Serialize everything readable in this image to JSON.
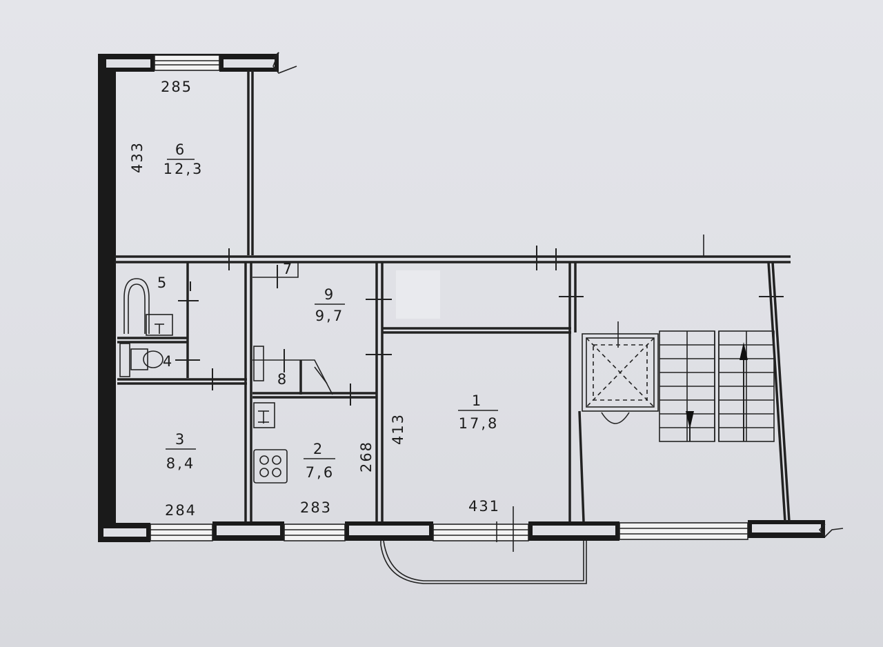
{
  "plan": {
    "rooms": [
      {
        "id": "room-1",
        "number": "1",
        "area": "17,8"
      },
      {
        "id": "room-2",
        "number": "2",
        "area": "7,6"
      },
      {
        "id": "room-3",
        "number": "3",
        "area": "8,4"
      },
      {
        "id": "room-4",
        "number": "4"
      },
      {
        "id": "room-5",
        "number": "5"
      },
      {
        "id": "room-6",
        "number": "6",
        "area": "12,3"
      },
      {
        "id": "room-7",
        "number": "7"
      },
      {
        "id": "room-8",
        "number": "8"
      },
      {
        "id": "room-9",
        "number": "9",
        "area": "9,7"
      }
    ],
    "dimensions": {
      "d285": "285",
      "d433": "433",
      "d284": "284",
      "d283": "283",
      "d268": "268",
      "d413": "413",
      "d431": "431"
    }
  }
}
